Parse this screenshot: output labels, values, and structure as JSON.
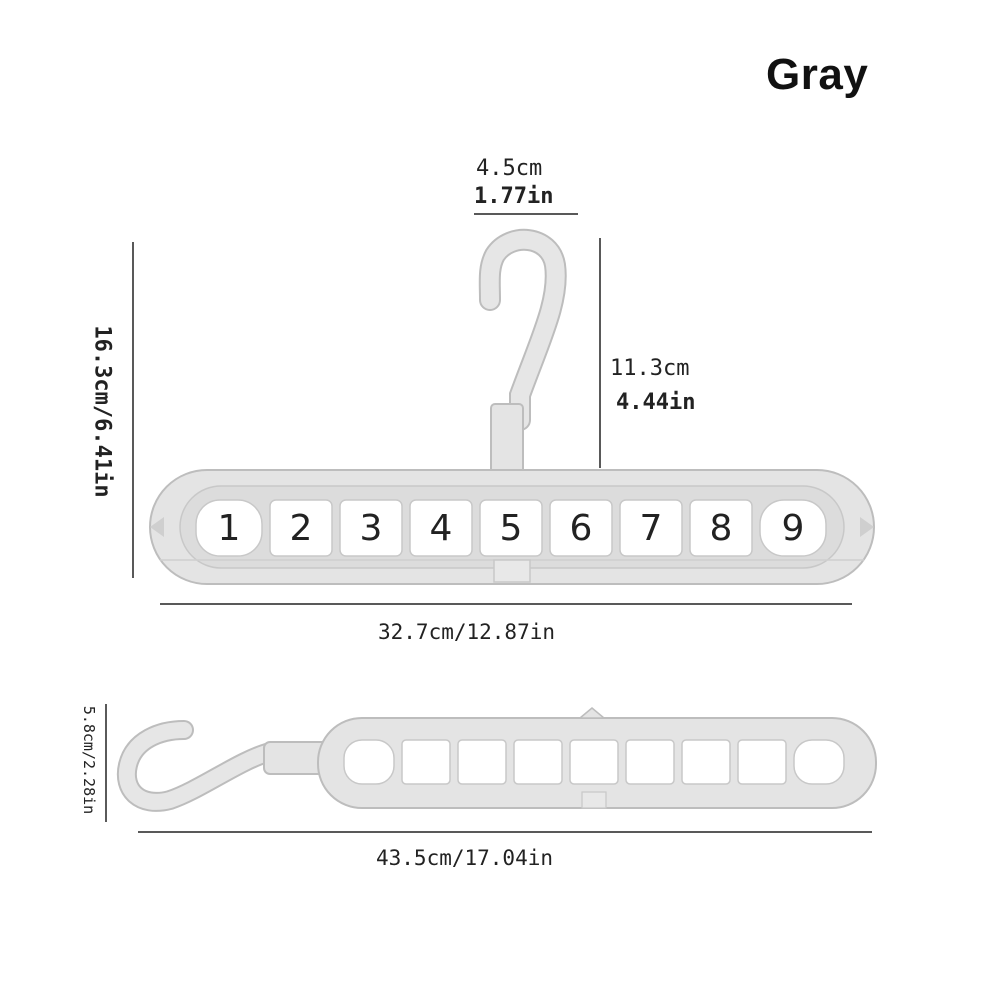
{
  "title": "Gray",
  "dimensions": {
    "hook_width_cm": "4.5cm",
    "hook_width_in": "1.77in",
    "hook_height_cm": "11.3cm",
    "hook_height_in": "4.44in",
    "total_height": "16.3cm/6.41in",
    "width_top": "32.7cm/12.87in",
    "side_height": "5.8cm/2.28in",
    "width_bottom": "43.5cm/17.04in"
  },
  "slots": [
    "1",
    "2",
    "3",
    "4",
    "5",
    "6",
    "7",
    "8",
    "9"
  ],
  "colors": {
    "hanger_fill": "#e4e4e4",
    "hanger_stroke": "#bdbdbd",
    "slot_fill": "#ffffff",
    "line": "#222222"
  }
}
